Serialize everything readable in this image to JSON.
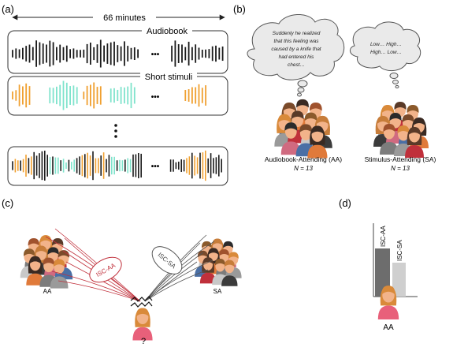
{
  "panel_a": {
    "label": "(a)",
    "duration": "66 minutes",
    "box1_title": "Audiobook",
    "box2_title": "Short stimuli",
    "ellipsis": "•••"
  },
  "panel_b": {
    "label": "(b)",
    "thought_aa": [
      "Suddenly he realized",
      "that this feeling was",
      "caused by a knife that",
      "had entered his",
      "chest…"
    ],
    "thought_sa": [
      "Low… High…",
      "High… Low…"
    ],
    "group_aa_name": "Audiobook-Attending (AA)",
    "group_aa_n": "N = 13",
    "group_sa_name": "Stimulus-Attending (SA)",
    "group_sa_n": "N = 13"
  },
  "panel_c": {
    "label": "(c)",
    "isc_aa": "ISC-AA",
    "isc_sa": "ISC-SA",
    "group_aa": "AA",
    "group_sa": "SA",
    "unknown": "?"
  },
  "panel_d": {
    "label": "(d)",
    "bar_aa": "ISC-AA",
    "bar_sa": "ISC-SA",
    "subject": "AA"
  },
  "colors": {
    "audiobook": "#1a1a1a",
    "stimulus_orange": "#f0a030",
    "stimulus_teal": "#7fe3cc",
    "isc_aa": "#c0303b",
    "isc_sa": "#555555",
    "bar_aa": "#6d6d6d",
    "bar_sa": "#cfcfcf"
  }
}
